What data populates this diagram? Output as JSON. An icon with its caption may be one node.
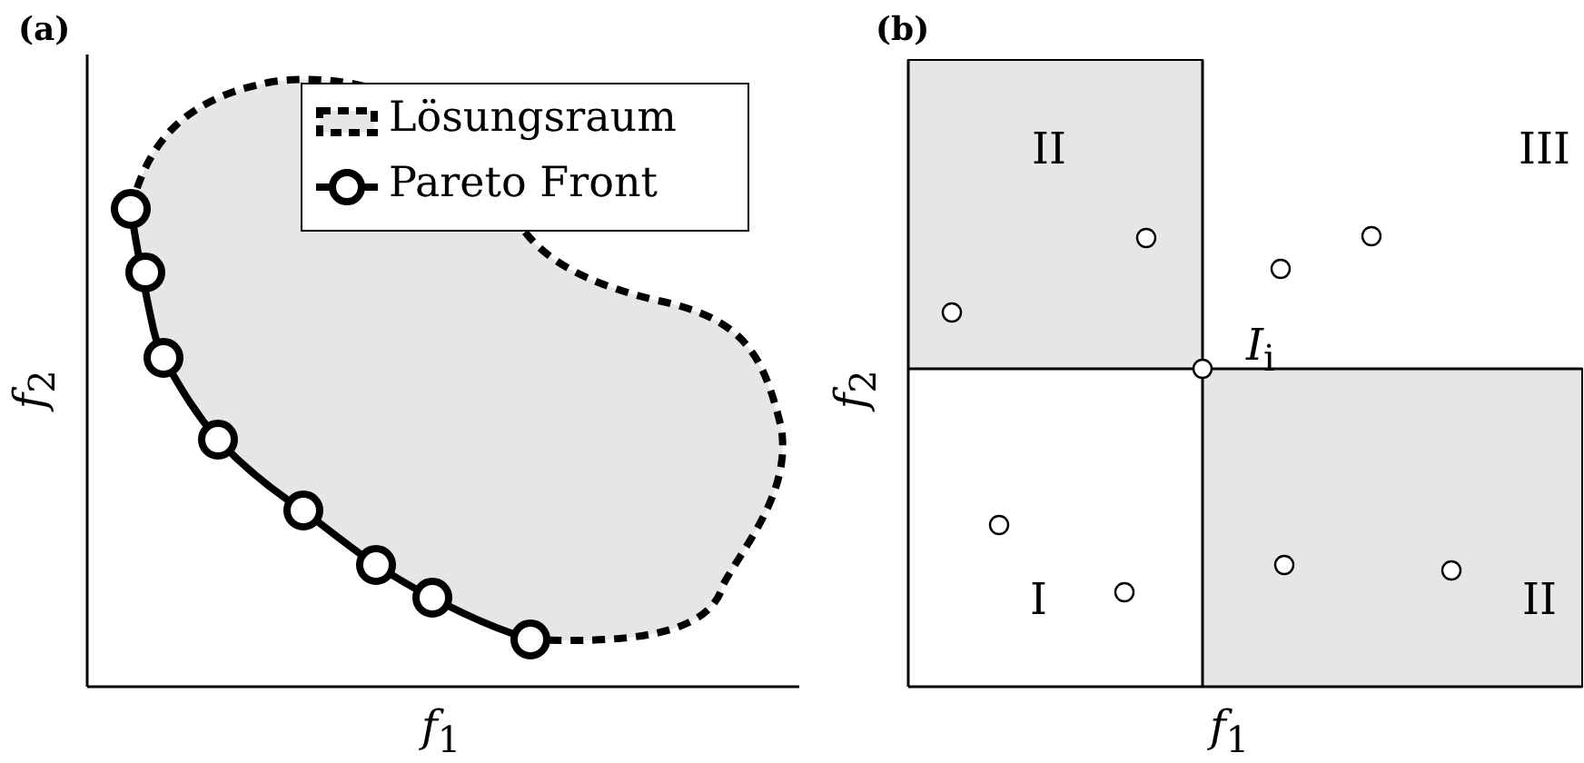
{
  "diagram": {
    "labels": [
      "(a)",
      "*f*$_{2}$",
      "*f*$_{1}$",
      "(b)",
      "II",
      "III",
      "*I*$_{i}$",
      "*f*$_{2}$",
      "I",
      "II",
      "*f*$_{1}$"
    ],
    "legend": [
      {
        "text": "Lösungsraum"
      },
      {
        "text": "Pareto Front"
      }
    ]
  }
}
